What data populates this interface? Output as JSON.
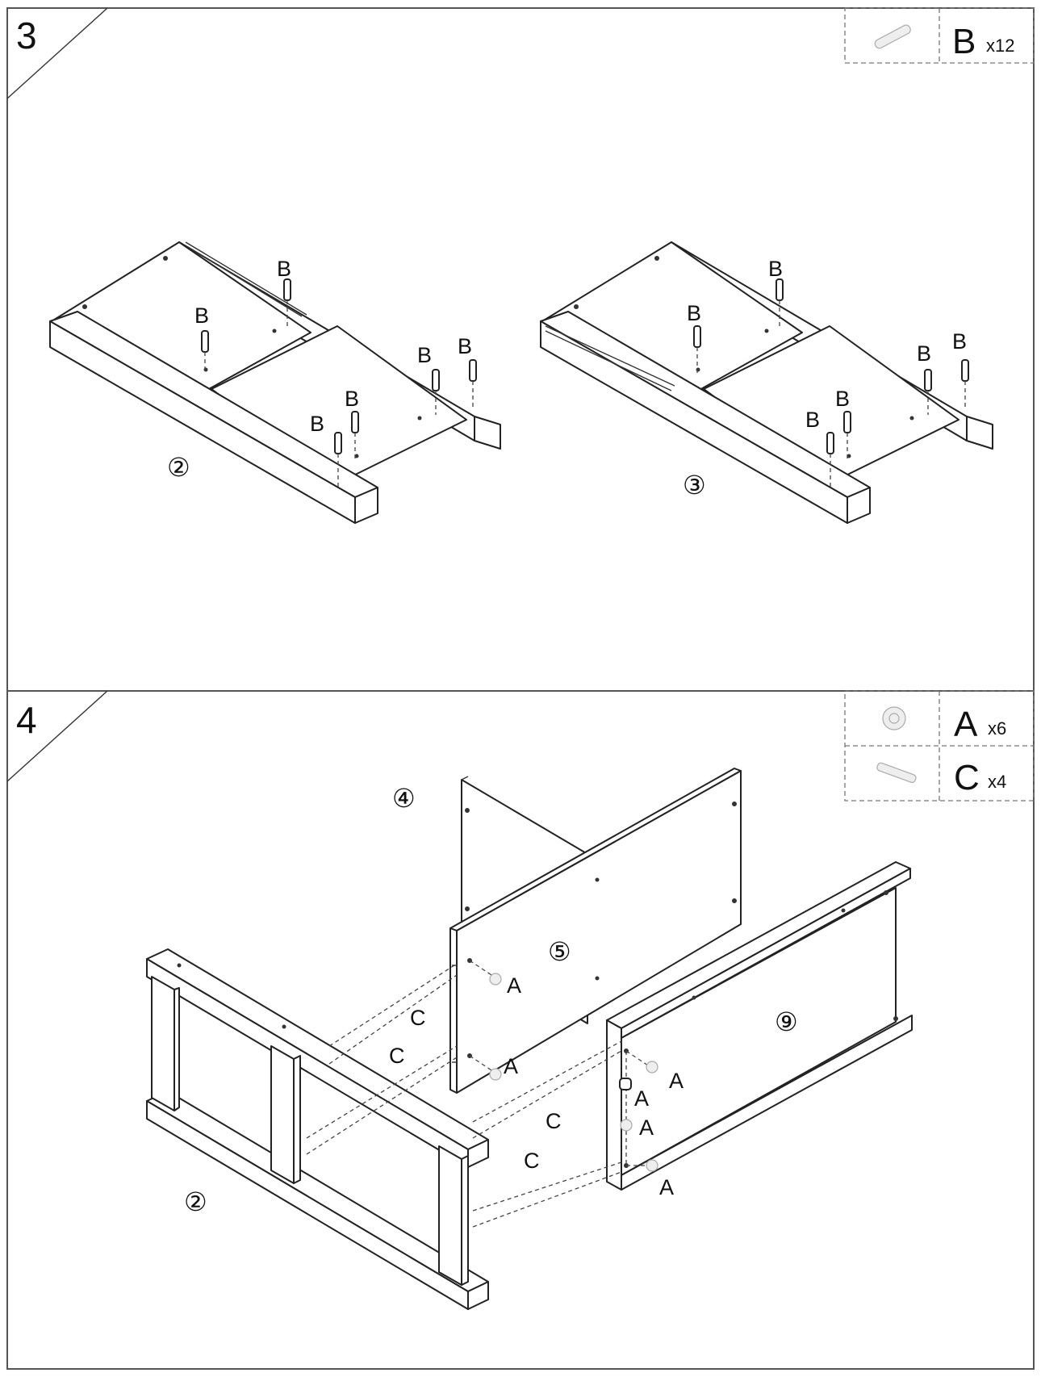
{
  "steps": [
    {
      "number": "3",
      "hardware": [
        {
          "letter": "B",
          "qty": "x12",
          "icon": "dowel-icon"
        }
      ],
      "parts": [
        "②",
        "③"
      ],
      "dowel_label": "B"
    },
    {
      "number": "4",
      "hardware": [
        {
          "letter": "A",
          "qty": "x6",
          "icon": "cam-lock-icon"
        },
        {
          "letter": "C",
          "qty": "x4",
          "icon": "cam-bolt-icon"
        }
      ],
      "parts": [
        "④",
        "⑤",
        "⑨",
        "②"
      ],
      "cam_label": "A",
      "bolt_label": "C"
    }
  ],
  "colors": {
    "line": "#222222",
    "frame": "#555555",
    "background": "#ffffff"
  }
}
